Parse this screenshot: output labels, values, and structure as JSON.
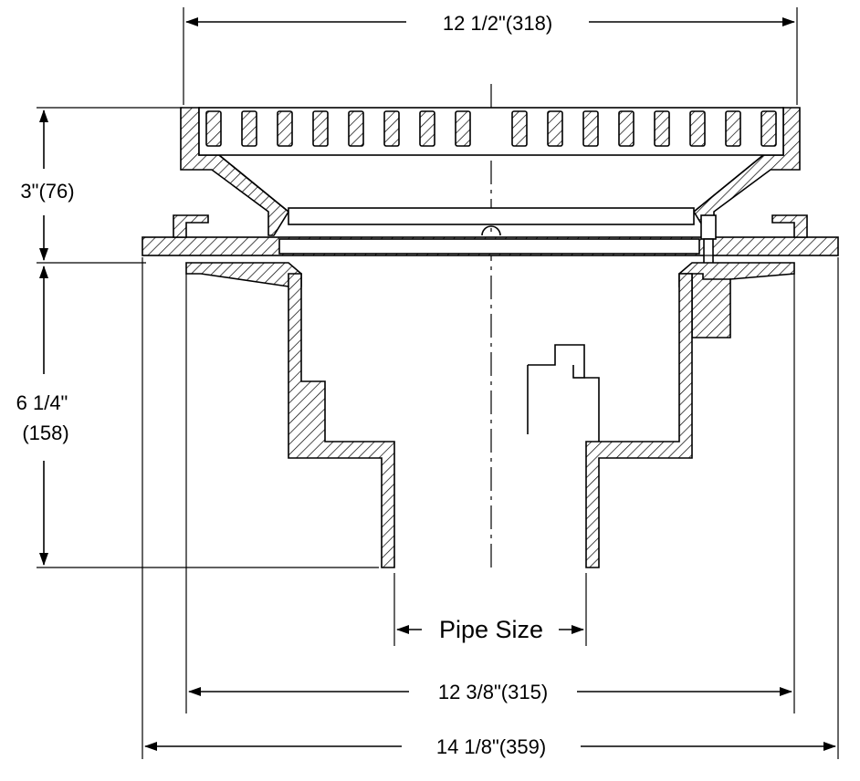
{
  "dimensions": {
    "top_width": "12 1/2\"(318)",
    "grate_height": "3\"(76)",
    "body_height_line1": "6 1/4\"",
    "body_height_line2": "(158)",
    "pipe_size": "Pipe Size",
    "flange_width": "12 3/8\"(315)",
    "overall_width": "14 1/8\"(359)"
  }
}
